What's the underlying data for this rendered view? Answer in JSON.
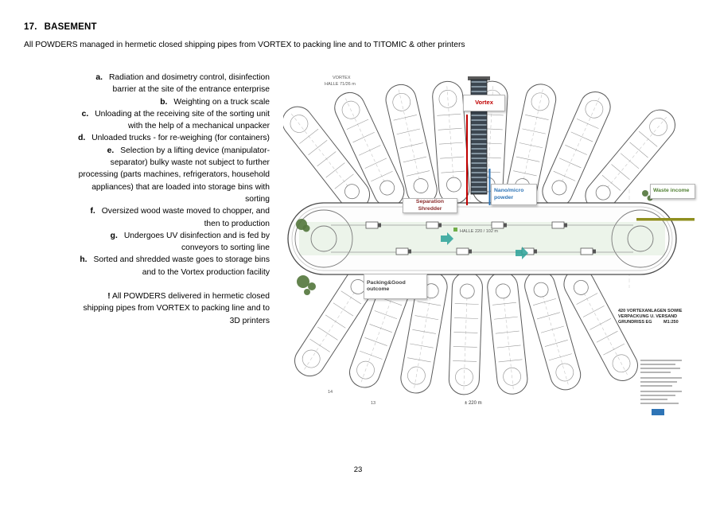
{
  "page": {
    "heading_number": "17.",
    "heading_text": "BASEMENT",
    "subtitle": "All POWDERS managed in hermetic closed shipping pipes from VORTEX to packing line and to TITOMIC & other printers",
    "page_number": "23"
  },
  "process_list": {
    "items": [
      {
        "letter": "a.",
        "text": "Radiation and dosimetry control, disinfection barrier at the site of the entrance enterprise"
      },
      {
        "letter": "b.",
        "text": "Weighting on a truck scale"
      },
      {
        "letter": "c.",
        "text": "Unloading at the receiving site of the sorting unit with the help of a mechanical unpacker"
      },
      {
        "letter": "d.",
        "text": "Unloaded trucks - for re-weighing (for containers)"
      },
      {
        "letter": "e.",
        "text": "Selection by a lifting device (manipulator-separator) bulky waste not subject to further processing (parts machines, refrigerators, household appliances) that are loaded into storage bins with sorting"
      },
      {
        "letter": "f.",
        "text": "Oversized wood waste moved to chopper, and then to production"
      },
      {
        "letter": "g.",
        "text": "Undergoes UV disinfection and is fed by conveyors to sorting line"
      },
      {
        "letter": "h.",
        "text": "Sorted and shredded waste goes to storage bins and to the Vortex production facility"
      }
    ],
    "note_prefix": "!",
    "note_text": "All POWDERS delivered in hermetic closed shipping pipes from VORTEX to packing line and to 3D printers"
  },
  "plan": {
    "corner_label_line1": "VORTEX",
    "corner_label_line2": "HALLE 71/26 m",
    "hall_label": "HALLE 220 / 102 m",
    "dimension": "± 220 m",
    "pod_numbers": {
      "pod14": "14",
      "pod13": "13"
    },
    "callouts": {
      "vortex": "Vortex",
      "separation_shredder": "Separation Shredder",
      "nano_powder_line1": "Nano/micro",
      "nano_powder_line2": "powder",
      "waste_income": "Waste income",
      "packing_line1": "Packing&Good",
      "packing_line2": "outcome"
    },
    "title_block": {
      "line1": "420 VORTEXANLAGEN SOWIE",
      "line2": "VERPACKUNG U. VERSAND",
      "line3": "GRUNDRISS EG",
      "scale": "M1:250"
    },
    "colors": {
      "vortex_red": "#c00000",
      "shredder_red": "#8b2e2e",
      "powder_blue": "#2e74b6",
      "waste_green": "#538135",
      "tree_green": "#56783f",
      "hall_tint": "#e9f2e6",
      "olive_bar": "#8f8f1f"
    }
  }
}
